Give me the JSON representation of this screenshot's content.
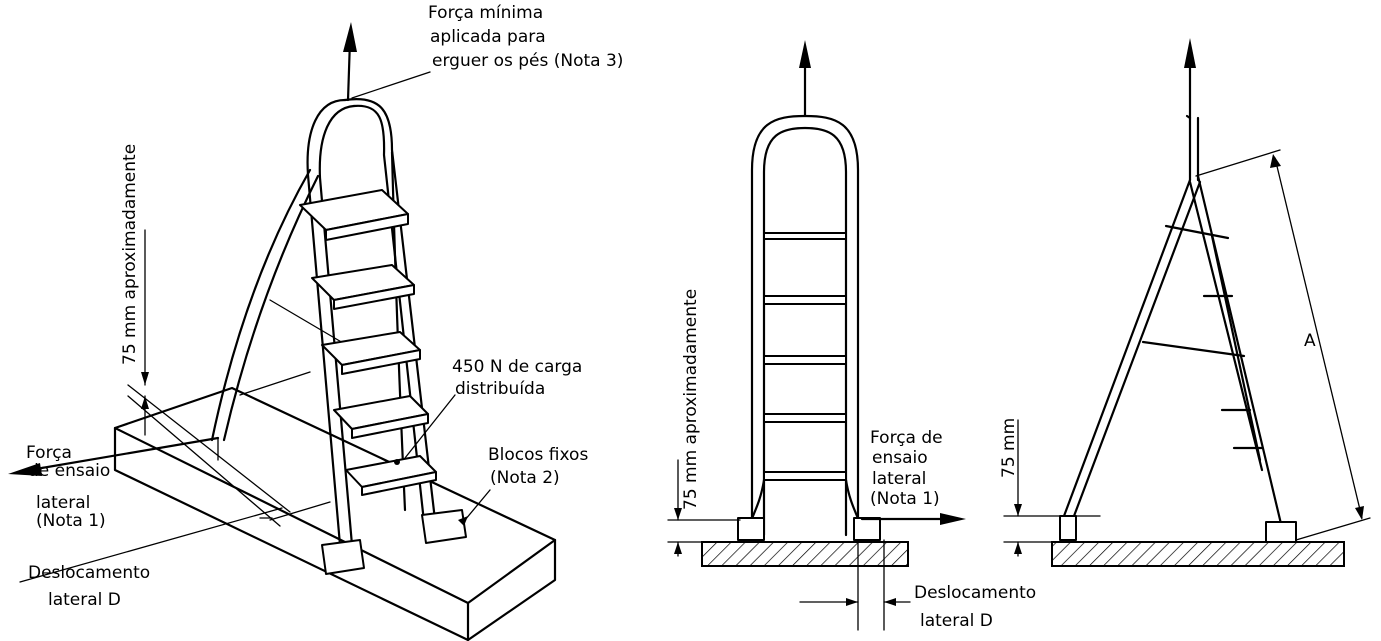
{
  "labels": {
    "min_force": [
      "Força mínima",
      "aplicada para",
      "erguer os pés (Nota 3)"
    ],
    "approx_left": "75 mm aproximadamente",
    "load": [
      "450 N de carga",
      "distribuída"
    ],
    "blocks": [
      "Blocos fixos",
      "(Nota 2)"
    ],
    "test_force_left": [
      "Força",
      "de ensaio",
      "lateral",
      "(Nota 1)"
    ],
    "displacement_left": [
      "Deslocamento",
      "lateral  D"
    ],
    "approx_mid": "75 mm aproximadamente",
    "test_force_mid": [
      "Força de",
      "ensaio",
      "lateral",
      "(Nota 1)"
    ],
    "displacement_mid": [
      "Deslocamento",
      "lateral  D"
    ],
    "mm_right": "75 mm",
    "dim_a": "A"
  },
  "colors": {
    "ink": "#000000",
    "background": "#ffffff"
  }
}
